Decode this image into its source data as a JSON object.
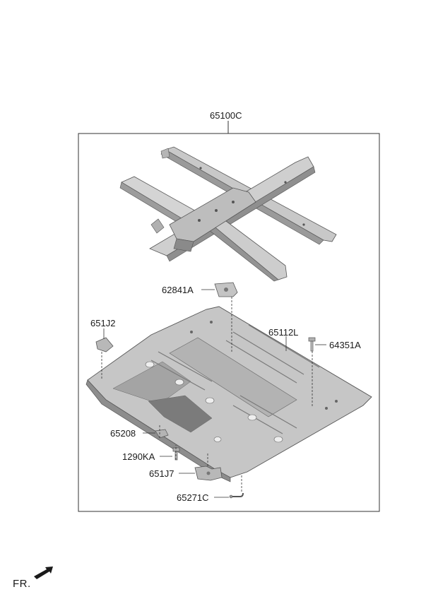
{
  "labels": {
    "assembly": "65100C",
    "bracket_top": "62841A",
    "bracket_left": "651J2",
    "floor_panel": "65112L",
    "bolt_right": "64351A",
    "clip": "65208",
    "bolt_small": "1290KA",
    "bracket_bottom": "651J7",
    "hook": "65271C"
  },
  "direction": {
    "label": "FR."
  },
  "colors": {
    "line": "#333333",
    "panel_fill": "#c9c9c9",
    "panel_dark": "#8f8f8f",
    "panel_light": "#e2e2e2"
  }
}
